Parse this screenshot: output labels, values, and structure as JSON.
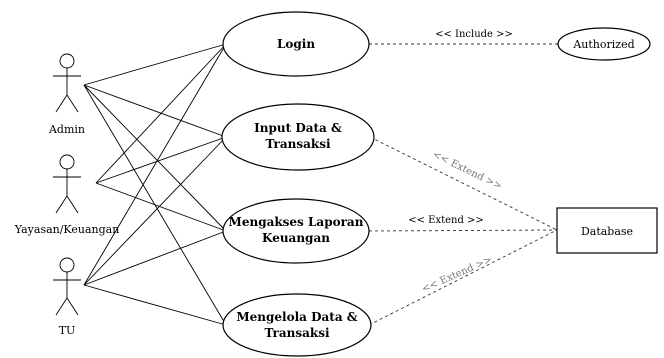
{
  "actors": [
    {
      "id": "admin",
      "label": "Admin"
    },
    {
      "id": "yayasan",
      "label": "Yayasan/Keuangan"
    },
    {
      "id": "tu",
      "label": "TU"
    }
  ],
  "use_cases": [
    {
      "id": "login",
      "lines": [
        "Login"
      ]
    },
    {
      "id": "input",
      "lines": [
        "Input Data &",
        "Transaksi"
      ]
    },
    {
      "id": "mengakses",
      "lines": [
        "Mengakses Laporan",
        "Keuangan"
      ]
    },
    {
      "id": "mengelola",
      "lines": [
        "Mengelola Data &",
        "Transaksi"
      ]
    }
  ],
  "external": [
    {
      "id": "authorized",
      "label": "Authorized",
      "shape": "ellipse"
    },
    {
      "id": "database",
      "label": "Database",
      "shape": "rectangle"
    }
  ],
  "associations": [
    {
      "actor": "admin",
      "use_case": "login"
    },
    {
      "actor": "admin",
      "use_case": "input"
    },
    {
      "actor": "admin",
      "use_case": "mengakses"
    },
    {
      "actor": "admin",
      "use_case": "mengelola"
    },
    {
      "actor": "yayasan",
      "use_case": "login"
    },
    {
      "actor": "yayasan",
      "use_case": "input"
    },
    {
      "actor": "yayasan",
      "use_case": "mengakses"
    },
    {
      "actor": "tu",
      "use_case": "login"
    },
    {
      "actor": "tu",
      "use_case": "input"
    },
    {
      "actor": "tu",
      "use_case": "mengakses"
    },
    {
      "actor": "tu",
      "use_case": "mengelola"
    }
  ],
  "relations": [
    {
      "from": "login",
      "to": "authorized",
      "label": "<< Include >>"
    },
    {
      "from": "input",
      "to": "database",
      "label": "<< Extend >>"
    },
    {
      "from": "mengakses",
      "to": "database",
      "label": "<< Extend >>"
    },
    {
      "from": "mengelola",
      "to": "database",
      "label": "<< Extend >>"
    }
  ],
  "colors": {
    "stroke": "#000000",
    "background": "#ffffff",
    "dash": "#333333",
    "faded_label": "#777777"
  }
}
